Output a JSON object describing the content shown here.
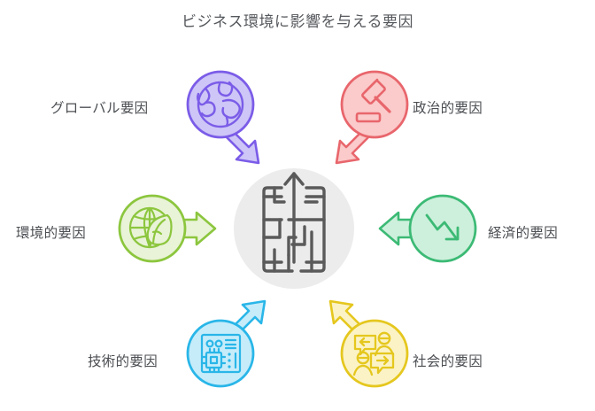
{
  "title": "ビジネス環境に影響を与える要因",
  "center": {
    "icon": "maze-with-up-arrow-icon",
    "circle_color": "#ececec",
    "icon_color": "#5a5a5a"
  },
  "nodes": [
    {
      "id": "global",
      "label": "グローバル要因",
      "icon": "globe-icon",
      "fill": "#cdc6f7",
      "stroke": "#7b5ce8",
      "arrow_direction": "down-right",
      "position": "top-left"
    },
    {
      "id": "political",
      "label": "政治的要因",
      "icon": "gavel-icon",
      "fill": "#fbcaca",
      "stroke": "#e8666c",
      "arrow_direction": "down-left",
      "position": "top-right"
    },
    {
      "id": "environmental",
      "label": "環境的要因",
      "icon": "globe-leaf-icon",
      "fill": "#e9f3d7",
      "stroke": "#8cc63e",
      "arrow_direction": "right",
      "position": "middle-left"
    },
    {
      "id": "economic",
      "label": "経済的要因",
      "icon": "declining-trend-icon",
      "fill": "#cdf0dc",
      "stroke": "#3cba75",
      "arrow_direction": "left",
      "position": "middle-right"
    },
    {
      "id": "technological",
      "label": "技術的要因",
      "icon": "circuit-chip-icon",
      "fill": "#c6ecfa",
      "stroke": "#29b6e8",
      "arrow_direction": "up-right",
      "position": "bottom-left"
    },
    {
      "id": "social",
      "label": "社会的要因",
      "icon": "people-speech-bubbles-icon",
      "fill": "#fbf3c6",
      "stroke": "#e5c71e",
      "arrow_direction": "up-left",
      "position": "bottom-right"
    }
  ]
}
